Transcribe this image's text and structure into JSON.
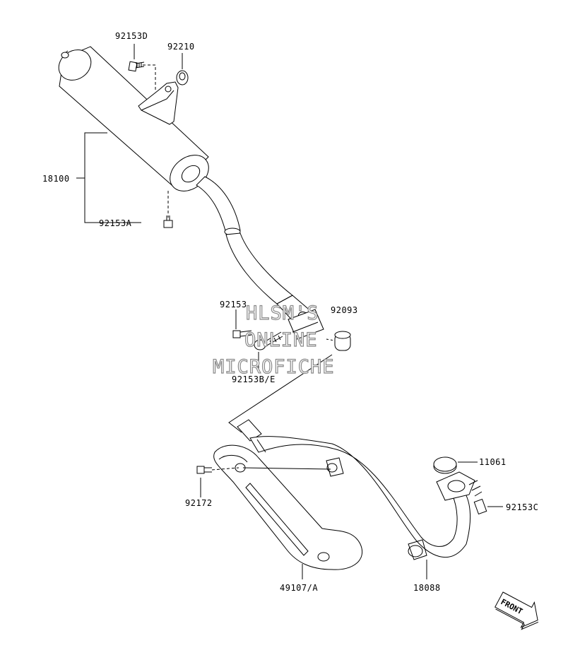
{
  "labels": {
    "p92153D": "92153D",
    "p92210": "92210",
    "p18100": "18100",
    "p92153A": "92153A",
    "p92153": "92153",
    "p92093": "92093",
    "p92153BE": "92153B/E",
    "p11061": "11061",
    "p92172": "92172",
    "p92153C": "92153C",
    "p49107A": "49107/A",
    "p18088": "18088"
  },
  "watermark": {
    "line1": "HLSM'S",
    "line2": "ONLINE",
    "line3": "MICROFICHE"
  },
  "front_badge": "FRONT",
  "colors": {
    "line": "#000000",
    "watermark_outline": "#8a8a8a",
    "background": "#ffffff"
  }
}
